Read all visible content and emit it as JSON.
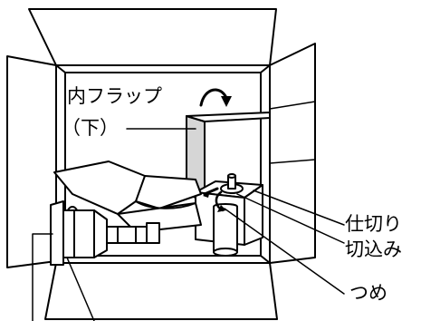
{
  "labels": {
    "inner_flap_line1": "内フラップ",
    "inner_flap_line2": "（下）",
    "partition": "仕切り",
    "notch": "切込み",
    "tab": "つめ"
  },
  "colors": {
    "line": "#000000",
    "box_fill": "#ffffff",
    "shade": "#d6d6d6"
  },
  "icons": {
    "fold_arrow": "curved-arrow-icon",
    "cut_arrows": "curved-arrow-icon"
  }
}
